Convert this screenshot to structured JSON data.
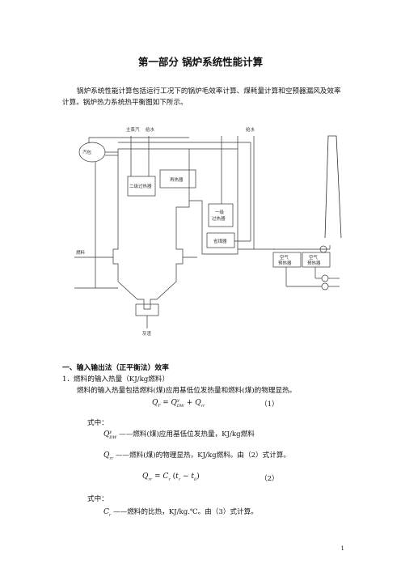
{
  "title": "第一部分  锅炉系统性能计算",
  "intro": "锅炉系统性能计算包括运行工况下的锅炉毛效率计算、煤耗量计算和空预器漏风及效率计算。锅炉热力系统热平衡图如下所示。",
  "diagram": {
    "main_steam": "主蒸汽",
    "feedwater_top": "给水",
    "feedwater_right": "给水",
    "drum": "汽包",
    "secondary_superheater": "二级过热器",
    "reheater": "再热器",
    "primary_superheater_1": "一级",
    "primary_superheater_2": "过热器",
    "economizer": "省煤器",
    "air_heater_a_1": "空气",
    "air_heater_a_2": "预热器",
    "air_heater_b_1": "空气",
    "air_heater_b_2": "预热器",
    "fuel": "燃料",
    "ash": "灰渣"
  },
  "section1": "一、输入输出法（正平衡法）效率",
  "item1_heading": "1．燃料的输入热量（KJ/kg燃料）",
  "item1_desc": "燃料的输入热量包括燃料(煤)应用基低位发热量和燃料(煤)的物理显热。",
  "eq1": {
    "lhs": "Q",
    "lhs_sub": "r",
    "rhs1": "Q",
    "rhs1_sup": "y",
    "rhs1_sub": "DW",
    "rhs2": "Q",
    "rhs2_sub": "rr",
    "number": "（1）"
  },
  "where1": "式中：",
  "def1": {
    "sym": "Q",
    "sup": "y",
    "sub": "DW",
    "text": "——燃料(煤)应用基低位发热量，KJ/kg燃料"
  },
  "def2": {
    "sym": "Q",
    "sub": "rr",
    "text": "——燃料(煤)的物理显热，KJ/kg燃料。由（2）式计算。"
  },
  "eq2": {
    "lhs": "Q",
    "lhs_sub": "rr",
    "c": "C",
    "c_sub": "r",
    "t1": "t",
    "t1_sub": "r",
    "t2": "t",
    "t2_sub": "0",
    "number": "（2）"
  },
  "where2": "式中：",
  "def3": {
    "sym": "C",
    "sub": "r",
    "text": "——燃料的比热，KJ/kg.℃。由（3）式计算。"
  },
  "page_number": "1"
}
